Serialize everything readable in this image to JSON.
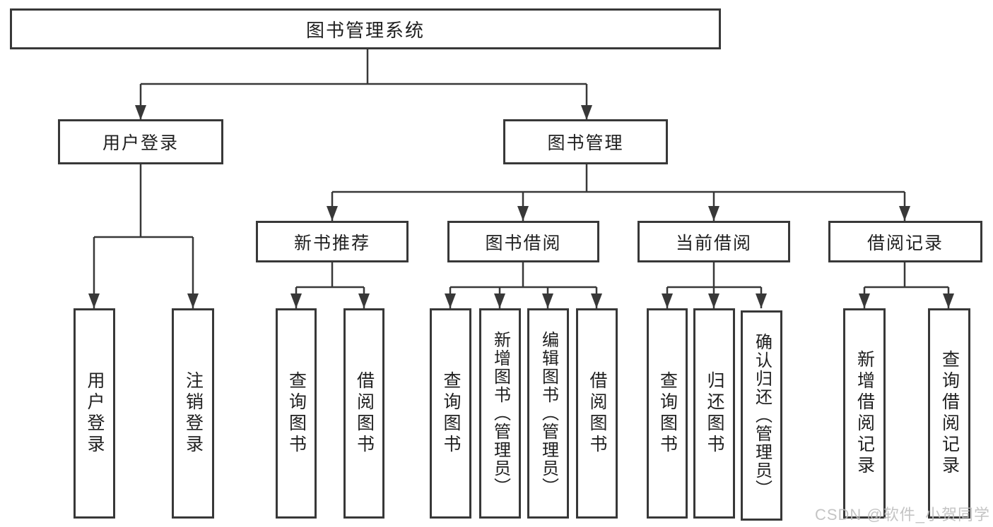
{
  "tree": {
    "root": {
      "label": "图书管理系统"
    },
    "level2": [
      {
        "label": "用户登录"
      },
      {
        "label": "图书管理"
      }
    ],
    "level3": [
      {
        "label": "新书推荐",
        "parent": "图书管理"
      },
      {
        "label": "图书借阅",
        "parent": "图书管理"
      },
      {
        "label": "当前借阅",
        "parent": "图书管理"
      },
      {
        "label": "借阅记录",
        "parent": "图书管理"
      }
    ],
    "leaves": [
      {
        "label": "用户登录",
        "parent": "用户登录"
      },
      {
        "label": "注销登录",
        "parent": "用户登录"
      },
      {
        "label": "查询图书",
        "parent": "新书推荐"
      },
      {
        "label": "借阅图书",
        "parent": "新书推荐"
      },
      {
        "label": "查询图书",
        "parent": "图书借阅"
      },
      {
        "label": "新增图书（管理员）",
        "parent": "图书借阅"
      },
      {
        "label": "编辑图书（管理员）",
        "parent": "图书借阅"
      },
      {
        "label": "借阅图书",
        "parent": "图书借阅"
      },
      {
        "label": "查询图书",
        "parent": "当前借阅"
      },
      {
        "label": "归还图书",
        "parent": "当前借阅"
      },
      {
        "label": "确认归还（管理员）",
        "parent": "当前借阅"
      },
      {
        "label": "新增借阅记录",
        "parent": "借阅记录"
      },
      {
        "label": "查询借阅记录",
        "parent": "借阅记录"
      }
    ]
  },
  "watermark": "CSDN @软件_小贺同学",
  "colors": {
    "line": "#383838",
    "box_border": "#383838",
    "text": "#1f1f1f",
    "watermark": "#bebebe",
    "background": "#ffffff"
  }
}
